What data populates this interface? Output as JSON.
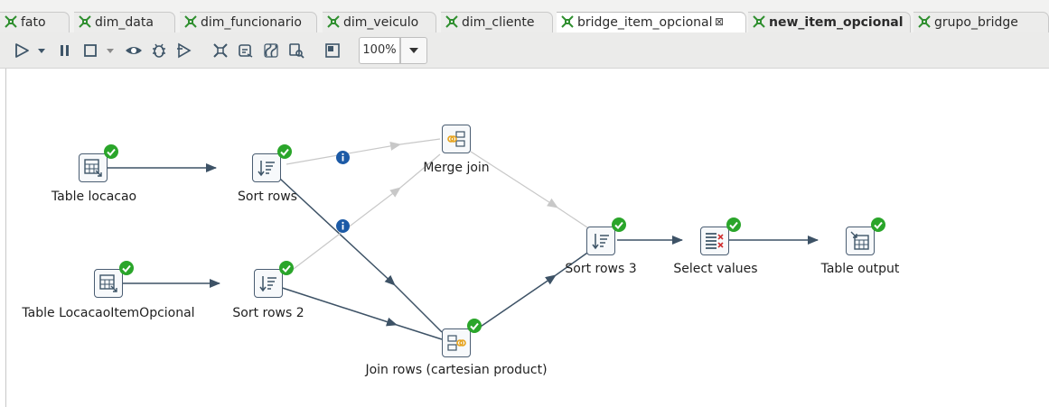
{
  "tabs": [
    {
      "label": "fato"
    },
    {
      "label": "dim_data"
    },
    {
      "label": "dim_funcionario"
    },
    {
      "label": "dim_veiculo"
    },
    {
      "label": "dim_cliente"
    },
    {
      "label": "bridge_item_opcional",
      "close": "⊠"
    },
    {
      "label": "new_item_opcional"
    },
    {
      "label": "grupo_bridge"
    }
  ],
  "toolbar": {
    "zoom_value": "100%",
    "icons": [
      "run-icon",
      "run-dropdown-icon",
      "pause-icon",
      "stop-icon",
      "stop-dropdown-icon",
      "preview-icon",
      "debug-icon",
      "replay-icon",
      "verify-icon",
      "impact-icon",
      "sql-icon",
      "explore-db-icon",
      "show-results-icon",
      "zoom-dropdown-icon"
    ]
  },
  "steps": [
    {
      "id": "table-locacao",
      "label": "Table locacao",
      "icon": "table-input-icon"
    },
    {
      "id": "sort-rows",
      "label": "Sort rows",
      "icon": "sort-rows-icon"
    },
    {
      "id": "merge-join",
      "label": "Merge join",
      "icon": "merge-join-icon"
    },
    {
      "id": "table-locacaoitemopcional",
      "label": "Table LocacaoItemOpcional",
      "icon": "table-input-icon"
    },
    {
      "id": "sort-rows-2",
      "label": "Sort rows 2",
      "icon": "sort-rows-icon"
    },
    {
      "id": "join-rows",
      "label": "Join rows (cartesian product)",
      "icon": "join-rows-icon"
    },
    {
      "id": "sort-rows-3",
      "label": "Sort rows 3",
      "icon": "sort-rows-icon"
    },
    {
      "id": "select-values",
      "label": "Select values",
      "icon": "select-values-icon"
    },
    {
      "id": "table-output",
      "label": "Table output",
      "icon": "table-output-icon"
    }
  ],
  "colors": {
    "hop_active": "#3d5266",
    "hop_disabled": "#c8c8c8",
    "ok_badge": "#2aa52a",
    "info_badge": "#1c5aa6",
    "tab_icon": "#2f8f2f"
  }
}
